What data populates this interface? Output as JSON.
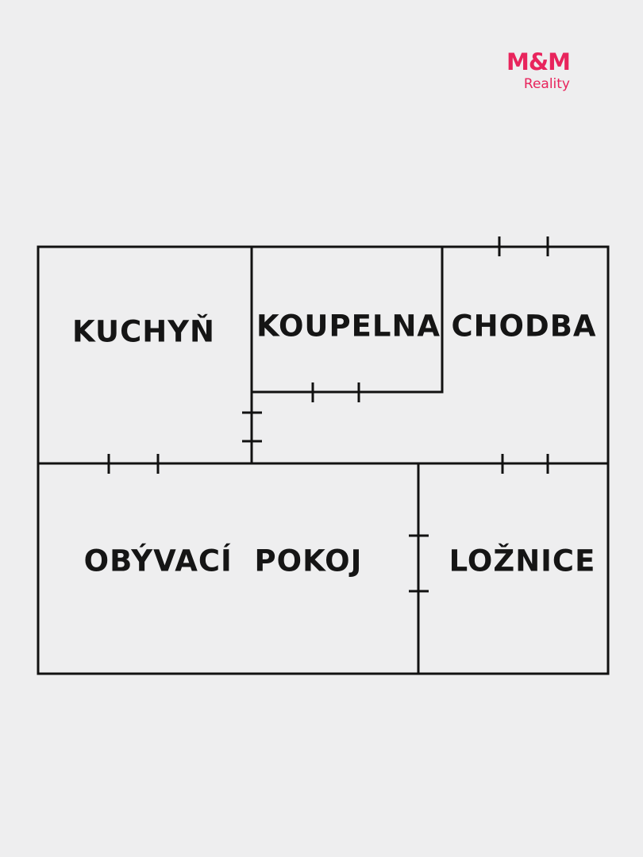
{
  "brand": {
    "name": "M&M",
    "subtitle": "Reality",
    "color": "#e8245c"
  },
  "rooms": {
    "kitchen": "KUCHYŇ",
    "bathroom": "KOUPELNA",
    "hallway": "CHODBA",
    "living_room": "OBÝVACÍ  POKOJ",
    "bedroom": "LOŽNICE"
  },
  "colors": {
    "background": "#eeeeef",
    "walls": "#111111"
  }
}
